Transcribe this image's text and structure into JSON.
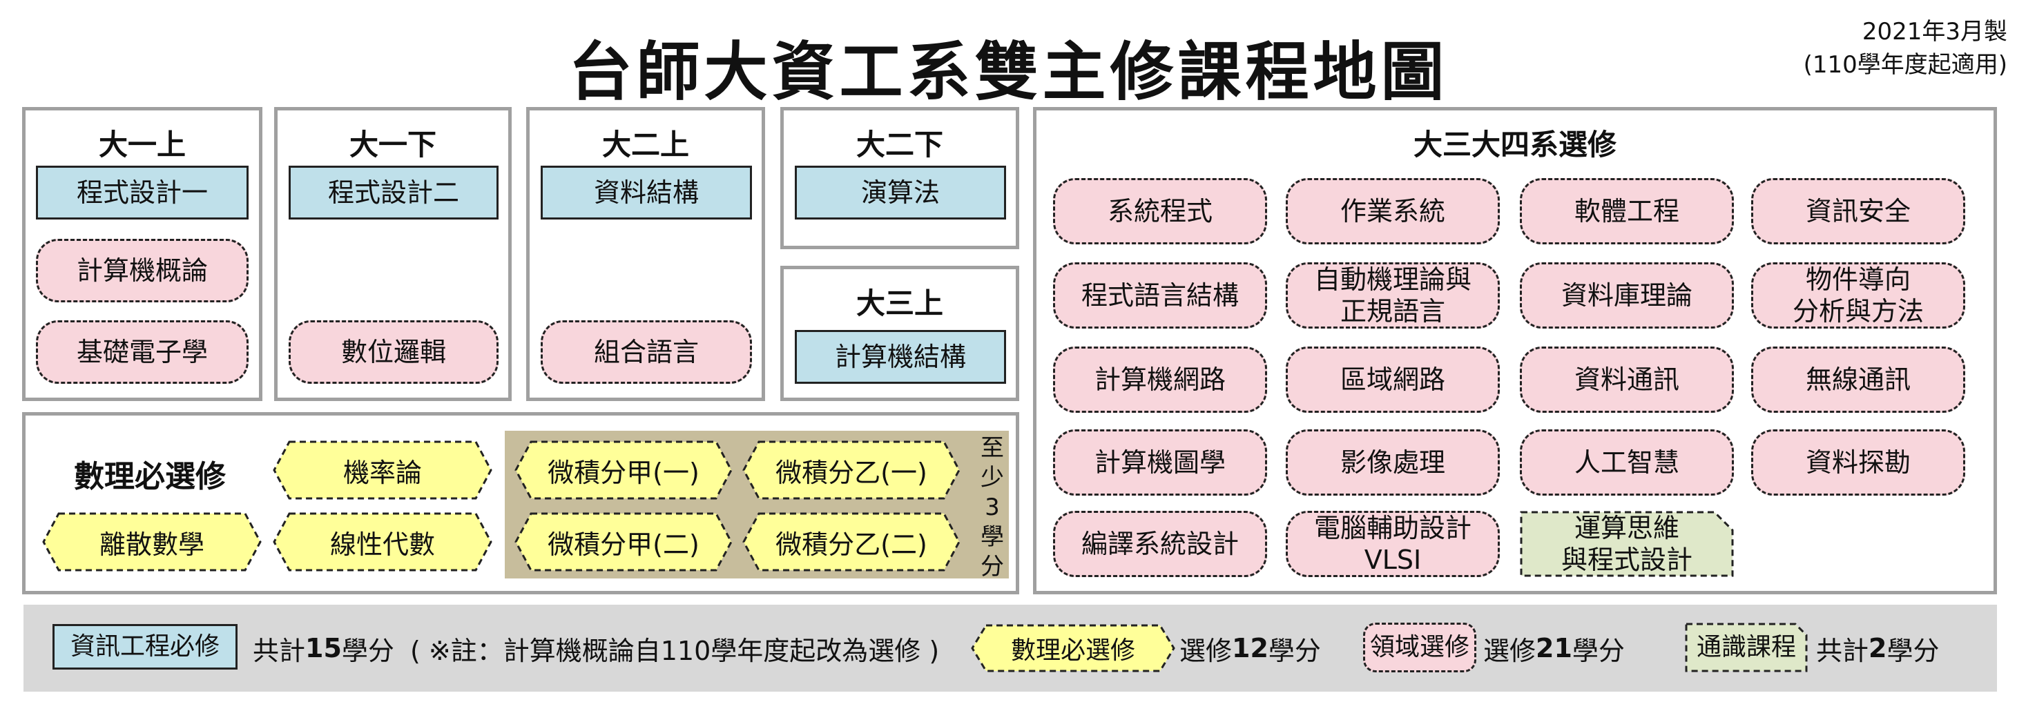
{
  "title": "台師大資工系雙主修課程地圖",
  "made": {
    "line1": "2021年3月製",
    "line2": "(110學年度起適用)"
  },
  "semesters": {
    "y1a": {
      "heading": "大一上",
      "required": "程式設計一",
      "domains": [
        "計算機概論",
        "基礎電子學"
      ]
    },
    "y1b": {
      "heading": "大一下",
      "required": "程式設計二",
      "domains": [
        "數位邏輯"
      ]
    },
    "y2a": {
      "heading": "大二上",
      "required": "資料結構",
      "domains": [
        "組合語言"
      ]
    },
    "y2b": {
      "heading": "大二下",
      "required": "演算法"
    },
    "y3a": {
      "heading": "大三上",
      "required": "計算機結構"
    }
  },
  "electives": {
    "heading": "大三大四系選修",
    "courses": [
      "系統程式",
      "作業系統",
      "軟體工程",
      "資訊安全",
      "程式語言結構",
      "自動機理論與\n正規語言",
      "資料庫理論",
      "物件導向\n分析與方法",
      "計算機網路",
      "區域網路",
      "資料通訊",
      "無線通訊",
      "計算機圖學",
      "影像處理",
      "人工智慧",
      "資料探勘",
      "編譯系統設計",
      "電腦輔助設計\nVLSI"
    ],
    "general": "運算思維\n與程式設計"
  },
  "math": {
    "label": "數理必選修",
    "courses": [
      "機率論",
      "離散數學",
      "線性代數"
    ],
    "calculus": [
      "微積分甲(一)",
      "微積分乙(一)",
      "微積分甲(二)",
      "微積分乙(二)"
    ],
    "min_note": [
      "至",
      "少",
      "3",
      "學",
      "分"
    ]
  },
  "legend": {
    "required_label": "資訊工程必修",
    "required_credits_pre": "共計",
    "required_credits_num": "15",
    "required_credits_post": "學分",
    "note": "( ※註：計算機概論自110學年度起改為選修 )",
    "math_label": "數理必選修",
    "math_credits_pre": "選修",
    "math_credits_num": "12",
    "math_credits_post": "學分",
    "domain_label": "領域選修",
    "domain_credits_pre": "選修",
    "domain_credits_num": "21",
    "domain_credits_post": "學分",
    "general_label": "通識課程",
    "general_credits_pre": "共計",
    "general_credits_num": "2",
    "general_credits_post": "學分"
  },
  "colors": {
    "required_fill": "#bfe0ea",
    "domain_fill": "#f8d6dc",
    "math_fill": "#ffff99",
    "general_fill": "#dfe8c9",
    "calculus_bg": "#c7bd9c",
    "legend_bg": "#d8d8d8",
    "panel_border": "#a0a0a0"
  }
}
